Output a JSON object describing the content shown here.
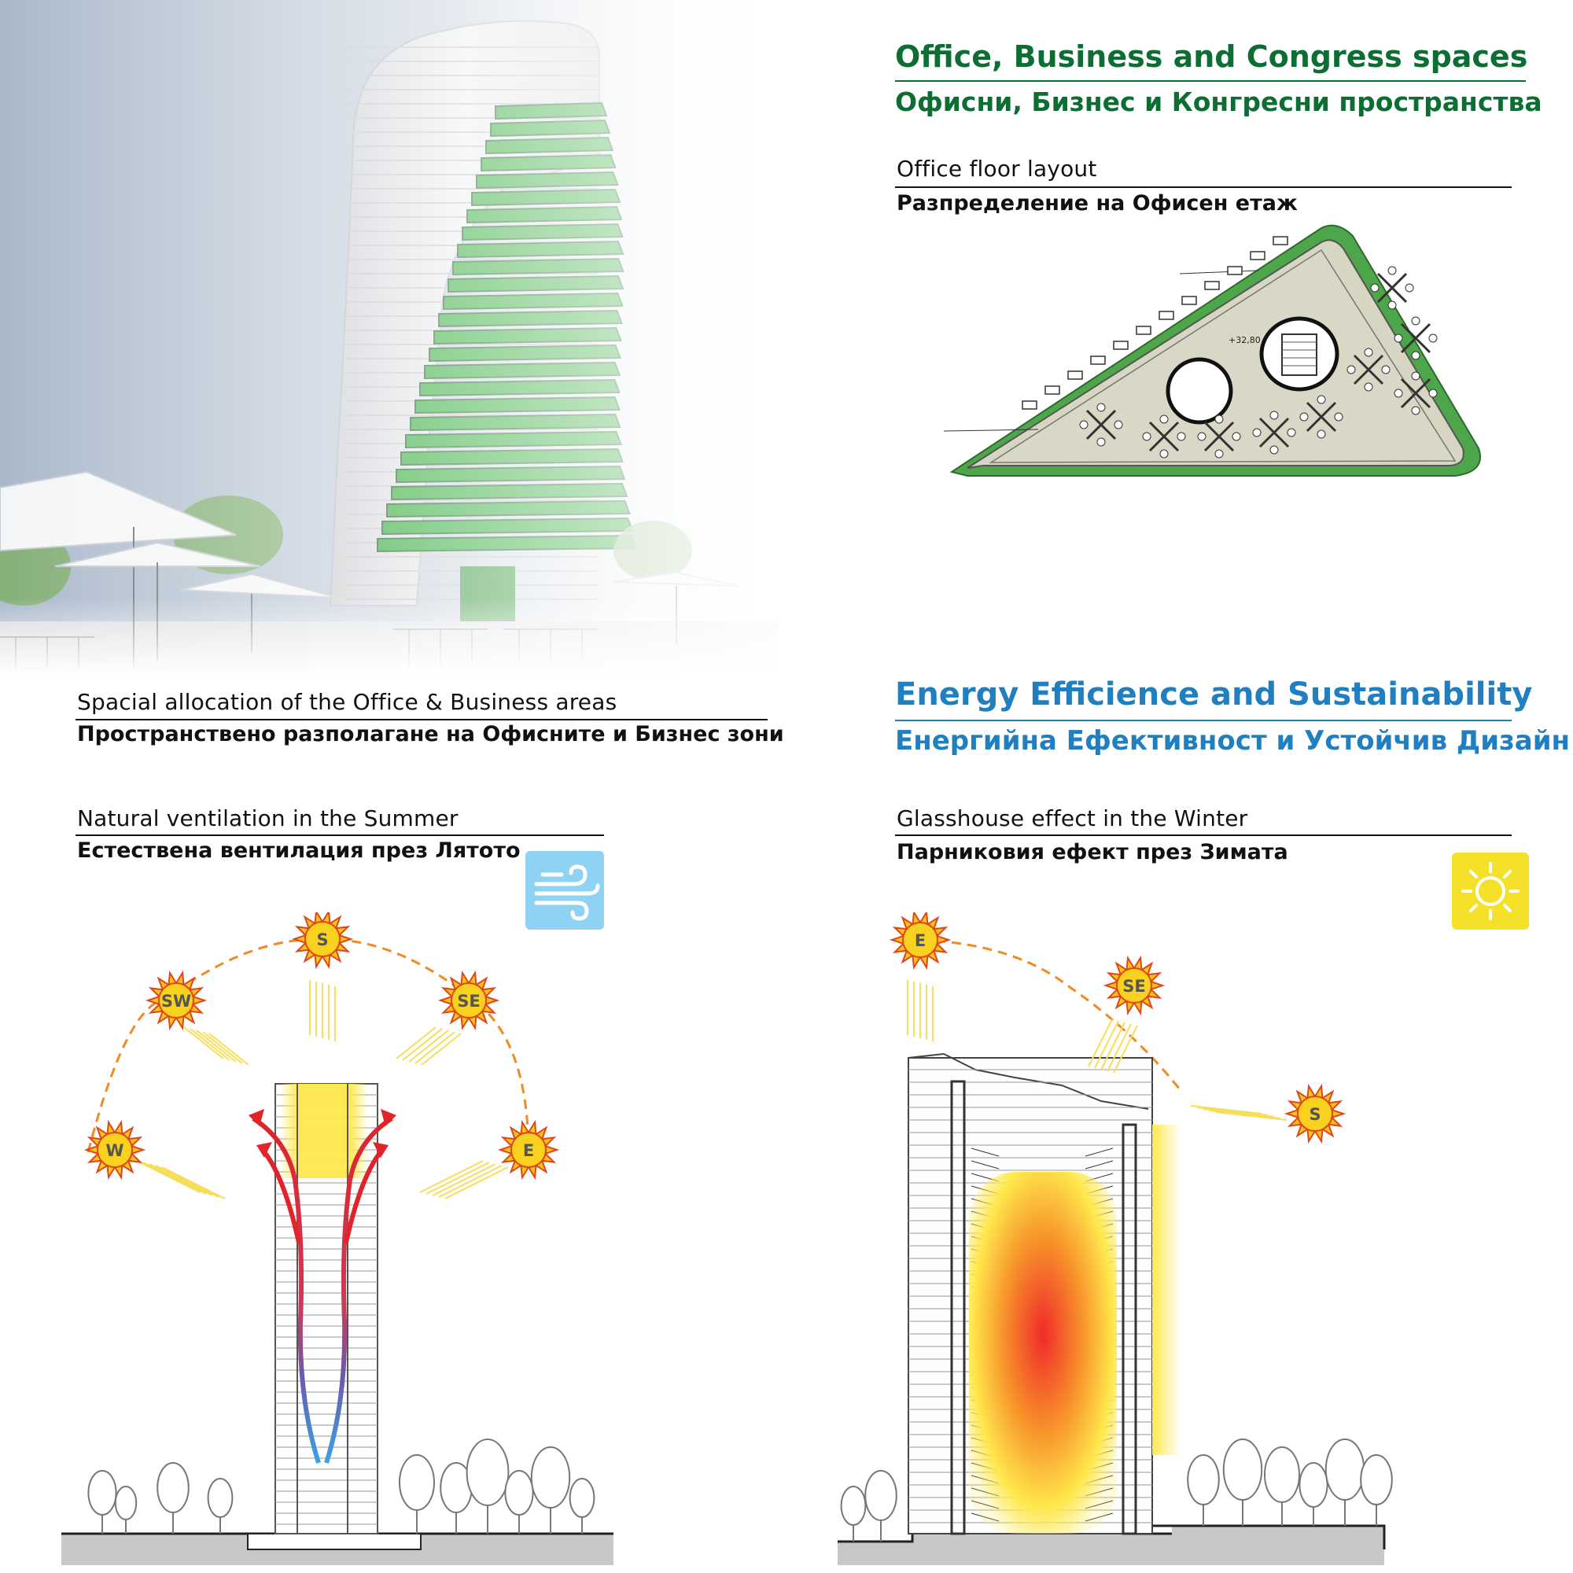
{
  "rendering": {
    "title": "Spacial allocation of the Office & Business areas",
    "subtitle": "Пространствено разполагане на Офисните и Бизнес зони",
    "colors": {
      "sky": "#b3c0d0",
      "tower": "#e2e4e6",
      "green_floors": "#22a52a"
    }
  },
  "office": {
    "heading_en": "Office, Business and Congress spaces",
    "heading_bg": "Офисни, Бизнес и Конгресни пространства",
    "layout_en": "Office floor layout",
    "layout_bg": "Разпределение на Офисен етаж",
    "level_label": "+32,80",
    "colors": {
      "heading": "#0d6e33",
      "floor": "#d6d6c2",
      "green_edge": "#4ea64a"
    }
  },
  "energy": {
    "heading_en": "Energy Efficience and Sustainability",
    "heading_bg": "Енергийна Ефективност и Устойчив Дизайн",
    "colors": {
      "heading": "#1f7fc0"
    }
  },
  "summer": {
    "title_en": "Natural ventilation in the Summer",
    "title_bg": "Естествена вентилация през Лятото",
    "icon": "wind-icon",
    "icon_color": "#8fd3f4",
    "suns": [
      "W",
      "SW",
      "S",
      "SE",
      "E"
    ]
  },
  "winter": {
    "title_en": "Glasshouse effect in the Winter",
    "title_bg": "Парниковия ефект през Зимата",
    "icon": "sun-icon",
    "icon_color": "#f5e12a",
    "suns": [
      "E",
      "SE",
      "S"
    ]
  }
}
